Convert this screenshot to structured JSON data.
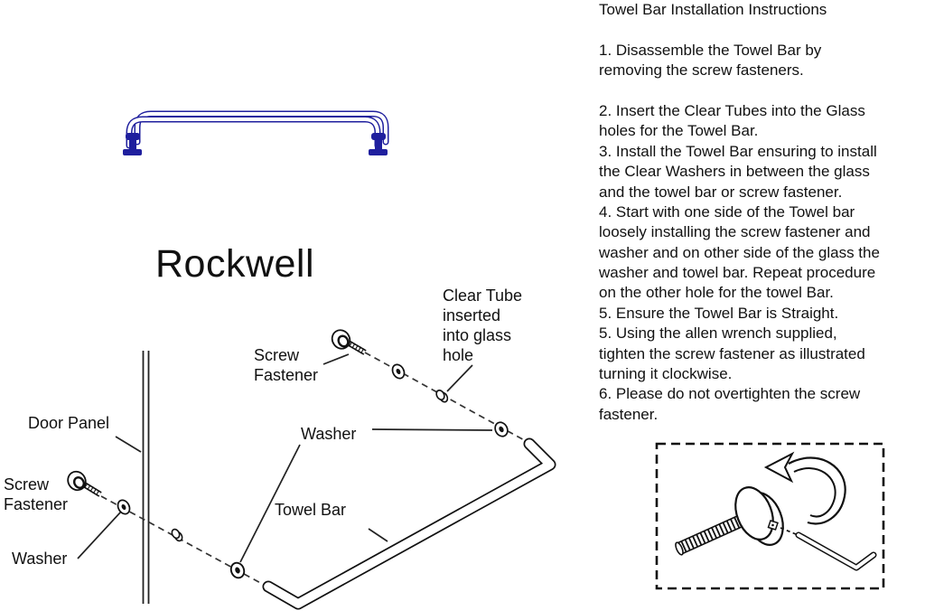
{
  "colors": {
    "towel_bar_blue": "#1f1f9e",
    "ink": "#111111"
  },
  "product": {
    "brand": "Rockwell"
  },
  "instructions": {
    "title": "Towel Bar Installation Instructions",
    "para1": [
      "1. Disassemble the Towel Bar by",
      "removing the screw fasteners."
    ],
    "para2": [
      "2. Insert the Clear Tubes into the Glass",
      "holes for the Towel Bar.",
      "3. Install the Towel Bar ensuring to install",
      "the Clear Washers in between the glass",
      "and the towel bar or screw fastener.",
      "4. Start with one side of the Towel bar",
      "loosely installing the screw  fastener and",
      "washer and on other side of the glass the",
      "washer and towel bar. Repeat procedure",
      "on the other hole for the towel Bar.",
      "5. Ensure the Towel Bar is Straight.",
      "5. Using the allen wrench supplied,",
      "tighten the screw fastener as illustrated",
      "turning it clockwise.",
      "6. Please do not overtighten the screw",
      "fastener."
    ]
  },
  "diagram_labels": {
    "door_panel": "Door Panel",
    "screw_fastener_line1": "Screw",
    "screw_fastener_line2": "Fastener",
    "washer": "Washer",
    "towel_bar": "Towel Bar",
    "clear_tube_line1": "Clear Tube",
    "clear_tube_line2": "inserted",
    "clear_tube_line3": "into glass",
    "clear_tube_line4": "hole"
  }
}
